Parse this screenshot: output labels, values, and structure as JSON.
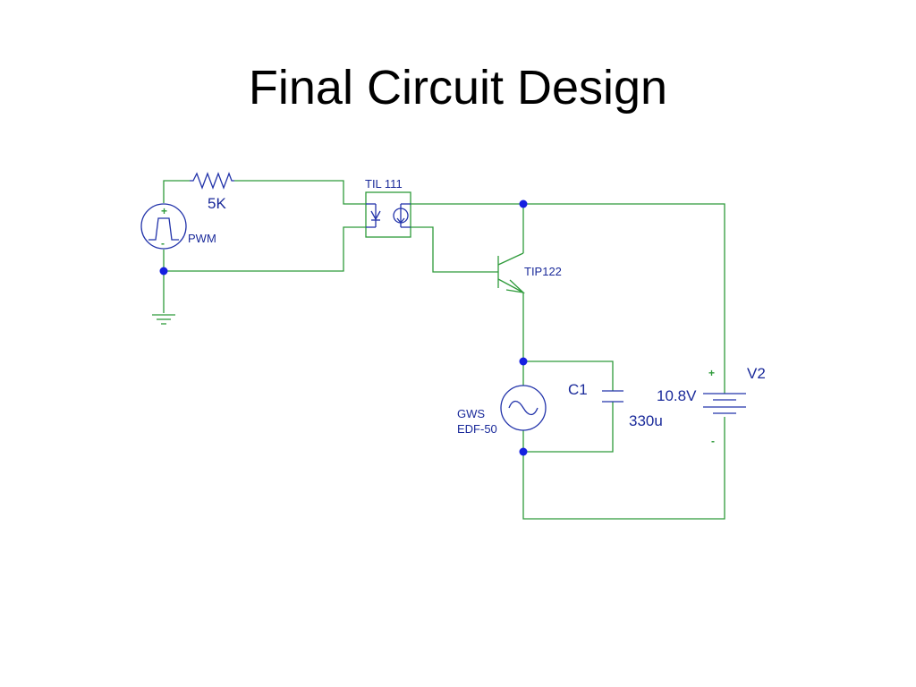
{
  "slide": {
    "title": "Final Circuit Design"
  },
  "schematic": {
    "resistor": {
      "value": "5K"
    },
    "pwm_source": {
      "name": "PWM",
      "plus": "+",
      "minus": "-"
    },
    "optocoupler": {
      "name": "TIL 111"
    },
    "transistor": {
      "name": "TIP122"
    },
    "motor": {
      "name_line1": "GWS",
      "name_line2": "EDF-50"
    },
    "capacitor": {
      "name": "C1",
      "value": "330u"
    },
    "battery": {
      "name": "V2",
      "value": "10.8V",
      "plus": "+",
      "minus": "-"
    }
  },
  "colors": {
    "wire": "#2e9a3a",
    "component": "#2233aa",
    "node": "#1520e0",
    "label": "#1a2a9a"
  }
}
